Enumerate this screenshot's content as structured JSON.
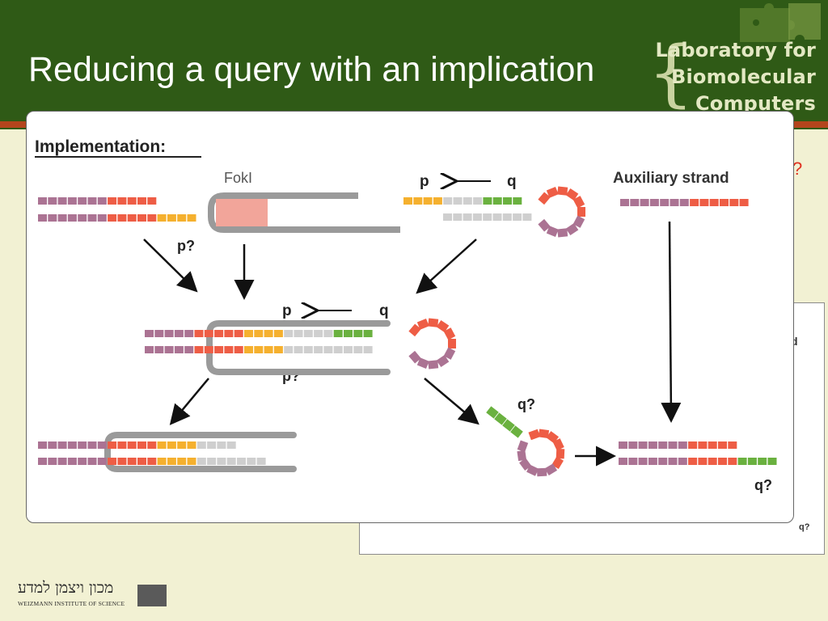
{
  "slide": {
    "title": "Reducing a query with an implication",
    "lab_lines": [
      "Laboratory for",
      "Biomolecular",
      "Computers"
    ],
    "footer_hebrew": "מכון ויצמן למדע",
    "footer_institute": "WEIZMANN INSTITUTE OF SCIENCE"
  },
  "diagram": {
    "heading": "Implementation:",
    "fokl_label": "FokI",
    "aux_label": "Auxiliary strand",
    "p_query": "p?",
    "q_query": "q?",
    "p_label": "p",
    "q_label": "q"
  },
  "colors": {
    "purple": "#ab7393",
    "red": "#ee5d45",
    "orange": "#f5b02e",
    "green": "#6ab13f",
    "grey_strand": "#cfcfcf",
    "enzyme": "#9a9a9a",
    "header_green": "#2f5a16"
  },
  "background_fragments": {
    "d_glyph": "d",
    "q_query": "q?",
    "red_glyph": "?"
  }
}
